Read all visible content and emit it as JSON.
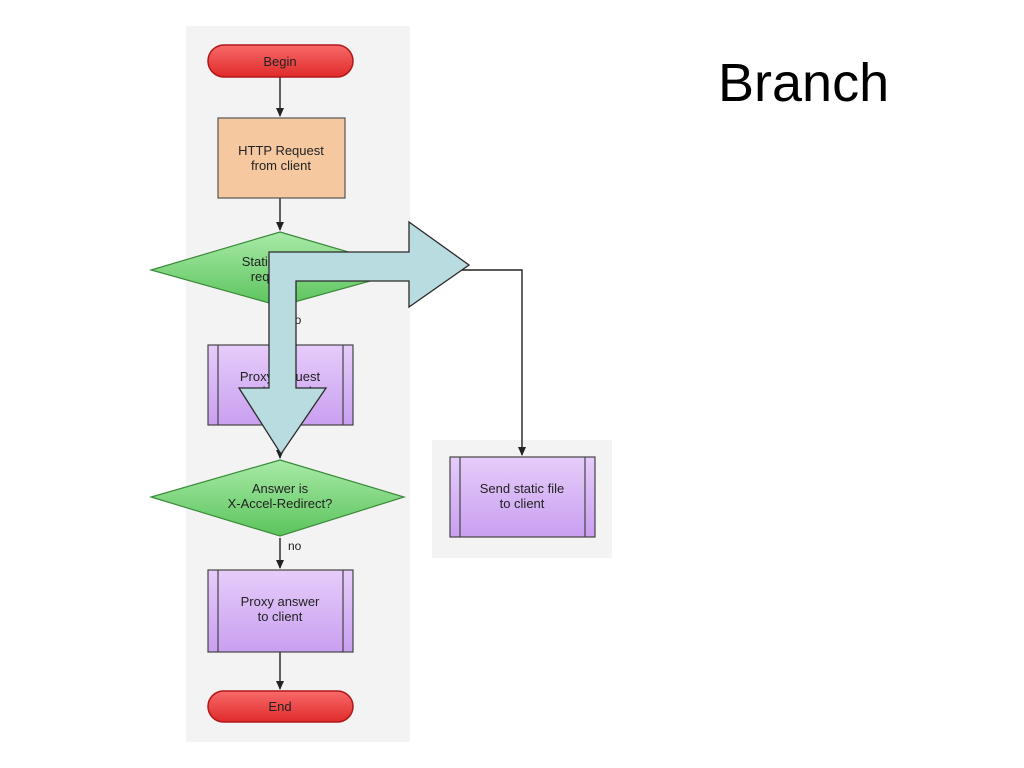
{
  "slide": {
    "title": "Branch"
  },
  "flowchart": {
    "nodes": {
      "begin": {
        "label": "Begin"
      },
      "http_request": {
        "line1": "HTTP Request",
        "line2": "from client"
      },
      "static_decision": {
        "line1": "Static",
        "line2": "request?"
      },
      "proxy_request": {
        "line1": "Proxy request",
        "line2": "to backend"
      },
      "accel_decision": {
        "line1": "Answer is",
        "line2": "X-Accel-Redirect?"
      },
      "proxy_answer": {
        "line1": "Proxy answer",
        "line2": "to client"
      },
      "send_static": {
        "line1": "Send static file",
        "line2": "to client"
      },
      "end": {
        "label": "End"
      }
    },
    "edge_labels": {
      "static_no": "no",
      "accel_no": "no"
    }
  },
  "colors": {
    "terminal_fill": "#ec3a3a",
    "terminal_stroke": "#b01818",
    "process_fill": "#f6c8a0",
    "decision_fill": "#7fd67f",
    "subprocess_fill": "#d7b3f3",
    "overlay_arrow_fill": "#b9dce0"
  }
}
